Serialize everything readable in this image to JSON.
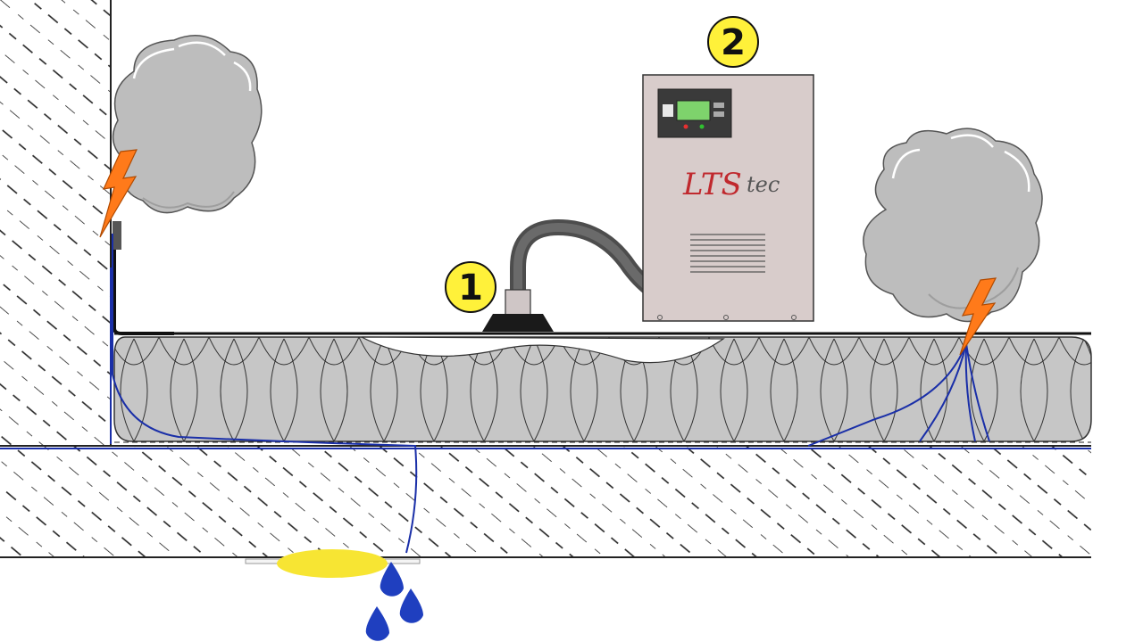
{
  "callouts": [
    {
      "label": "1"
    },
    {
      "label": "2"
    }
  ],
  "device": {
    "brand_main": "LTS",
    "brand_sub": "tec"
  },
  "colors": {
    "cloud": "#bdbdbd",
    "cloud_shadow": "#9e9e9e",
    "insulation": "#c6c6c6",
    "device_body": "#d8cccb",
    "screen": "#7ed36c",
    "bolt": "#ff7a1a",
    "water_path": "#1a2fa8",
    "drop": "#1f3fbf",
    "stain": "#f7e533",
    "callout_fill": "#fff13a",
    "brand_red": "#c0292e",
    "brand_grey": "#555555"
  },
  "icons": {
    "leak_clouds": "steam-cloud-icon",
    "leak_marks": "lightning-bolt-icon",
    "water": "water-drop-icon"
  }
}
